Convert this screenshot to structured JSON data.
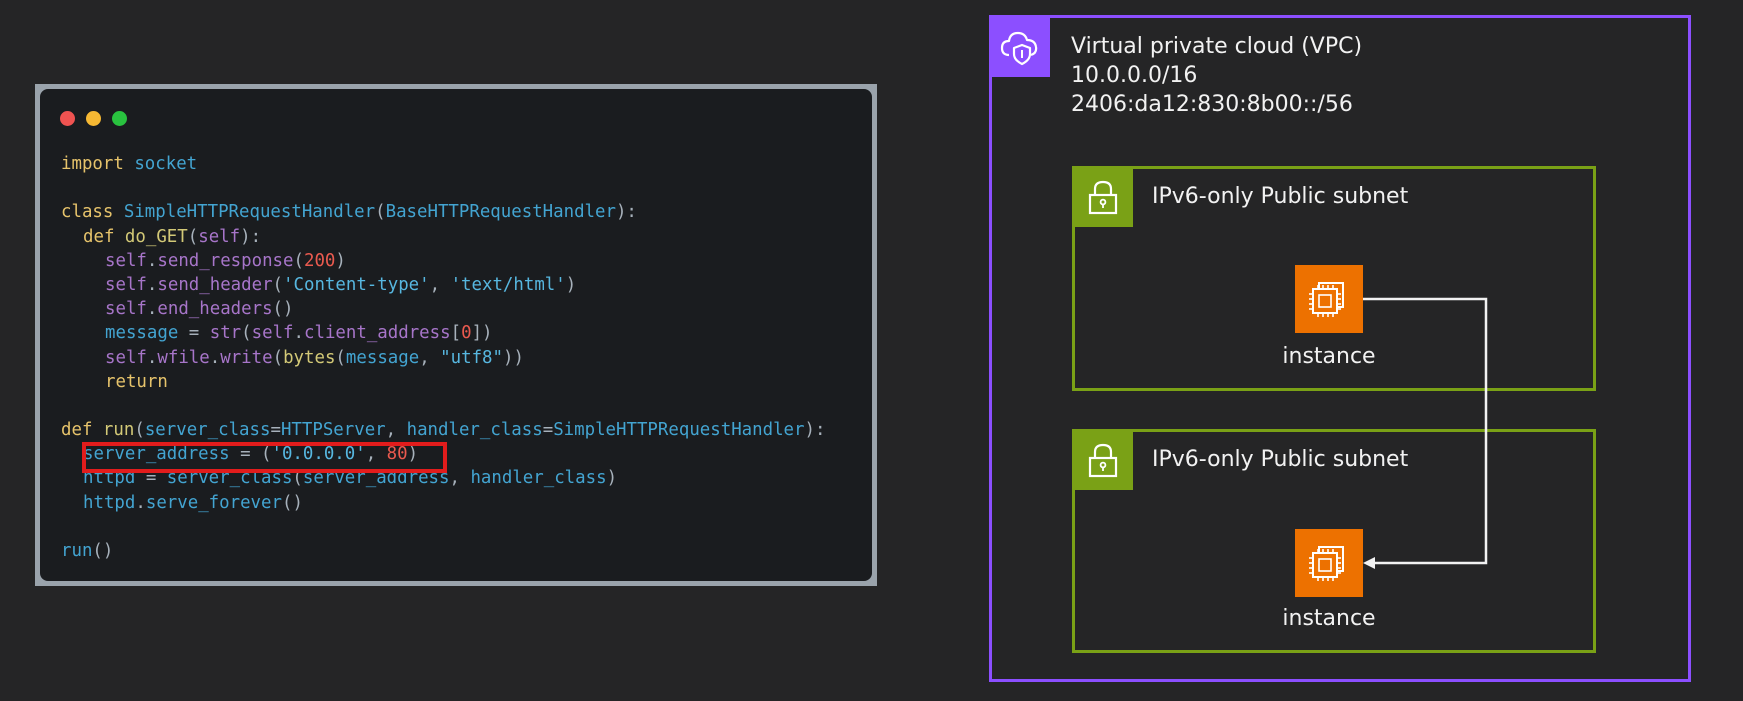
{
  "code_window": {
    "dots": [
      "close",
      "minimize",
      "maximize"
    ],
    "lines": [
      {
        "indent": 0,
        "tokens": [
          [
            "kw",
            "import"
          ],
          [
            "p",
            " "
          ],
          [
            "var",
            "socket"
          ]
        ]
      },
      {
        "indent": 0,
        "tokens": []
      },
      {
        "indent": 0,
        "tokens": [
          [
            "kw",
            "class"
          ],
          [
            "p",
            " "
          ],
          [
            "cls",
            "SimpleHTTPRequestHandler"
          ],
          [
            "p",
            "("
          ],
          [
            "cls",
            "BaseHTTPRequestHandler"
          ],
          [
            "p",
            "):"
          ]
        ]
      },
      {
        "indent": 1,
        "tokens": [
          [
            "kw",
            "def"
          ],
          [
            "p",
            " "
          ],
          [
            "builtin",
            "do_GET"
          ],
          [
            "p",
            "("
          ],
          [
            "self",
            "self"
          ],
          [
            "p",
            "):"
          ]
        ]
      },
      {
        "indent": 2,
        "tokens": [
          [
            "self",
            "self"
          ],
          [
            "p",
            "."
          ],
          [
            "self",
            "send_response"
          ],
          [
            "p",
            "("
          ],
          [
            "num",
            "200"
          ],
          [
            "p",
            ")"
          ]
        ]
      },
      {
        "indent": 2,
        "tokens": [
          [
            "self",
            "self"
          ],
          [
            "p",
            "."
          ],
          [
            "self",
            "send_header"
          ],
          [
            "p",
            "("
          ],
          [
            "str",
            "'Content-type'"
          ],
          [
            "p",
            ", "
          ],
          [
            "str",
            "'text/html'"
          ],
          [
            "p",
            ")"
          ]
        ]
      },
      {
        "indent": 2,
        "tokens": [
          [
            "self",
            "self"
          ],
          [
            "p",
            "."
          ],
          [
            "self",
            "end_headers"
          ],
          [
            "p",
            "()"
          ]
        ]
      },
      {
        "indent": 2,
        "tokens": [
          [
            "var",
            "message"
          ],
          [
            "p",
            " = "
          ],
          [
            "self",
            "str"
          ],
          [
            "p",
            "("
          ],
          [
            "self",
            "self"
          ],
          [
            "p",
            "."
          ],
          [
            "self",
            "client_address"
          ],
          [
            "p",
            "["
          ],
          [
            "num",
            "0"
          ],
          [
            "p",
            "])"
          ]
        ]
      },
      {
        "indent": 2,
        "tokens": [
          [
            "self",
            "self"
          ],
          [
            "p",
            "."
          ],
          [
            "self",
            "wfile"
          ],
          [
            "p",
            "."
          ],
          [
            "self",
            "write"
          ],
          [
            "p",
            "("
          ],
          [
            "builtin",
            "bytes"
          ],
          [
            "p",
            "("
          ],
          [
            "var",
            "message"
          ],
          [
            "p",
            ", "
          ],
          [
            "str",
            "\"utf8\""
          ],
          [
            "p",
            "))"
          ]
        ]
      },
      {
        "indent": 2,
        "tokens": [
          [
            "kw",
            "return"
          ]
        ]
      },
      {
        "indent": 0,
        "tokens": []
      },
      {
        "indent": 0,
        "tokens": [
          [
            "kw",
            "def"
          ],
          [
            "p",
            " "
          ],
          [
            "builtin",
            "run"
          ],
          [
            "p",
            "("
          ],
          [
            "var",
            "server_class"
          ],
          [
            "p",
            "="
          ],
          [
            "cls",
            "HTTPServer"
          ],
          [
            "p",
            ", "
          ],
          [
            "var",
            "handler_class"
          ],
          [
            "p",
            "="
          ],
          [
            "cls",
            "SimpleHTTPRequestHandler"
          ],
          [
            "p",
            "):"
          ]
        ]
      },
      {
        "indent": 1,
        "tokens": [
          [
            "var",
            "server_address"
          ],
          [
            "p",
            " = ("
          ],
          [
            "str",
            "'0.0.0.0'"
          ],
          [
            "p",
            ", "
          ],
          [
            "num",
            "80"
          ],
          [
            "p",
            ")"
          ]
        ]
      },
      {
        "indent": 1,
        "tokens": [
          [
            "var",
            "httpd"
          ],
          [
            "p",
            " = "
          ],
          [
            "var",
            "server_class"
          ],
          [
            "p",
            "("
          ],
          [
            "var",
            "server_address"
          ],
          [
            "p",
            ", "
          ],
          [
            "var",
            "handler_class"
          ],
          [
            "p",
            ")"
          ]
        ]
      },
      {
        "indent": 1,
        "tokens": [
          [
            "var",
            "httpd"
          ],
          [
            "p",
            "."
          ],
          [
            "var",
            "serve_forever"
          ],
          [
            "p",
            "()"
          ]
        ]
      },
      {
        "indent": 0,
        "tokens": []
      },
      {
        "indent": 0,
        "tokens": [
          [
            "var",
            "run"
          ],
          [
            "p",
            "()"
          ]
        ]
      }
    ],
    "highlighted_line": "server_address = ('0.0.0.0', 80)",
    "colors": {
      "highlight_border": "#e21c1c",
      "background": "#1a1c1f"
    }
  },
  "diagram": {
    "vpc": {
      "title": "Virtual private cloud (VPC)",
      "ipv4_cidr": "10.0.0.0/16",
      "ipv6_cidr": "2406:da12:830:8b00::/56",
      "icon": "vpc-cloud-shield-icon",
      "color": "#8c4fff"
    },
    "subnets": [
      {
        "label": "IPv6-only Public subnet",
        "icon": "lock-icon",
        "color": "#7aa116",
        "instance_label": "instance"
      },
      {
        "label": "IPv6-only Public subnet",
        "icon": "lock-icon",
        "color": "#7aa116",
        "instance_label": "instance"
      }
    ],
    "instance_icon": "ec2-chip-icon",
    "instance_color": "#ed7100",
    "connection": {
      "from": "instance-1",
      "to": "instance-2",
      "color": "#f2f2f2"
    }
  }
}
